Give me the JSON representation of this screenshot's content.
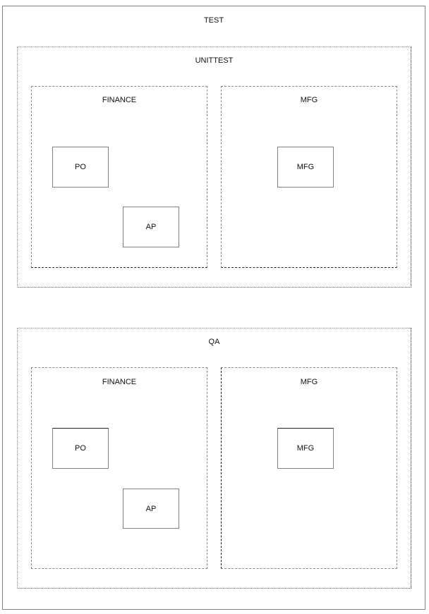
{
  "diagram": {
    "root": {
      "label": "TEST",
      "environments": [
        {
          "label": "UNITTEST",
          "groups": [
            {
              "label": "FINANCE",
              "nodes": [
                {
                  "label": "PO"
                },
                {
                  "label": "AP"
                }
              ]
            },
            {
              "label": "MFG",
              "nodes": [
                {
                  "label": "MFG"
                }
              ]
            }
          ]
        },
        {
          "label": "QA",
          "groups": [
            {
              "label": "FINANCE",
              "nodes": [
                {
                  "label": "PO"
                },
                {
                  "label": "AP"
                }
              ]
            },
            {
              "label": "MFG",
              "nodes": [
                {
                  "label": "MFG"
                }
              ]
            }
          ]
        }
      ]
    },
    "colors": {
      "border": "#808080",
      "border_dark": "#222222",
      "background": "#ffffff",
      "text": "#111111"
    }
  }
}
